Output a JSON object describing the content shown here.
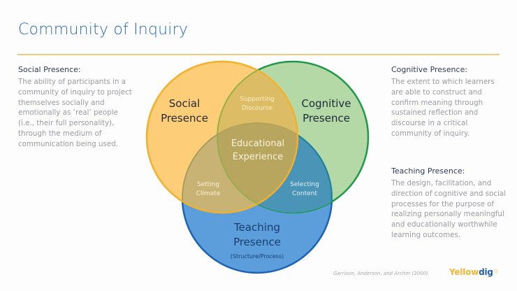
{
  "title": "Community of Inquiry",
  "sections": {
    "social": {
      "heading": "Social Presence:",
      "body": "The ability of participants in a community of inquiry to project themselves socially and emotionally as ‘real’ people (i.e., their full personality), through the medium of communication being used."
    },
    "cognitive": {
      "heading": "Cognitive Presence:",
      "body": "The extent to which learners are able to construct and confirm meaning through sustained reflection and discourse in a critical community of inquiry."
    },
    "teaching": {
      "heading": "Teaching Presence:",
      "body": "The design, facilitation, and direction of cognitive and social processes for the purpose of realizing personally meaningful and educationally worthwhile learning outcomes."
    }
  },
  "venn": {
    "social": {
      "line1": "Social",
      "line2": "Presence",
      "fill": "#fbc55a",
      "stroke": "#f3b12c"
    },
    "cognitive": {
      "line1": "Cognitive",
      "line2": "Presence",
      "fill": "#a9d39a",
      "stroke": "#1f9a48"
    },
    "teaching": {
      "line1": "Teaching",
      "line2": "Presence",
      "sub": "(Structure/Process)",
      "fill": "#4f96d8",
      "stroke": "#1a63b5"
    },
    "overlaps": {
      "social_cognitive": {
        "line1": "Supporting",
        "line2": "Discourse"
      },
      "center": {
        "line1": "Educational",
        "line2": "Experience"
      },
      "social_teaching": {
        "line1": "Setting",
        "line2": "Climate"
      },
      "cognitive_teaching": {
        "line1": "Selecting",
        "line2": "Content"
      }
    }
  },
  "citation": "Garrison, Anderson, and Archer (2000)",
  "logo": {
    "part1": "Yellow",
    "part2": "dig"
  },
  "page_number": "8",
  "colors": {
    "title": "#2a6ab3",
    "divider": "#f3c97a",
    "heading": "#2f3b55",
    "body_text": "#9a9ca3"
  }
}
